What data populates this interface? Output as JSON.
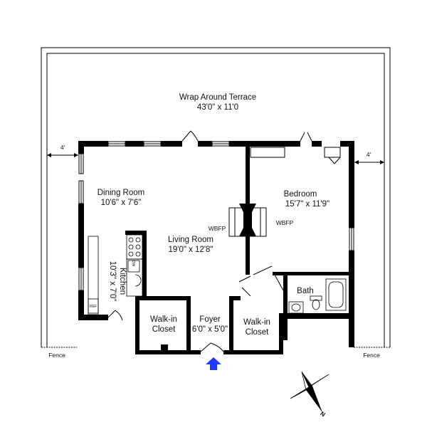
{
  "terrace": {
    "name": "Wrap Around Terrace",
    "dims": "43'0\" x 11'0"
  },
  "rooms": {
    "dining": {
      "name": "Dining Room",
      "dims": "10'6\" x 7'6\""
    },
    "living": {
      "name": "Living Room",
      "dims": "19'0\" x 12'8\""
    },
    "bedroom": {
      "name": "Bedroom",
      "dims": "15'7\" x 11'9\""
    },
    "kitchen": {
      "name": "Kitchen",
      "dims": "10'3\" x 7'0\""
    },
    "foyer": {
      "name": "Foyer",
      "dims": "6'0\" x 5'0\""
    },
    "walkin_left": {
      "line1": "Walk-in",
      "line2": "Closet"
    },
    "walkin_right": {
      "line1": "Walk-in",
      "line2": "Closet"
    },
    "bath": {
      "name": "Bath"
    }
  },
  "labels": {
    "wbfp_left": "WBFP",
    "wbfp_right": "WBFP",
    "fence_left": "Fence",
    "fence_right": "Fence",
    "clearance_left": "4'",
    "clearance_right": "4'",
    "dw": "DW",
    "ref": "REF",
    "compass_n": "N"
  },
  "colors": {
    "entry_arrow": "#1f3bff",
    "walls": "#000000"
  },
  "icons": {
    "entry": "entry-arrow-icon",
    "compass": "compass-rose-icon"
  }
}
